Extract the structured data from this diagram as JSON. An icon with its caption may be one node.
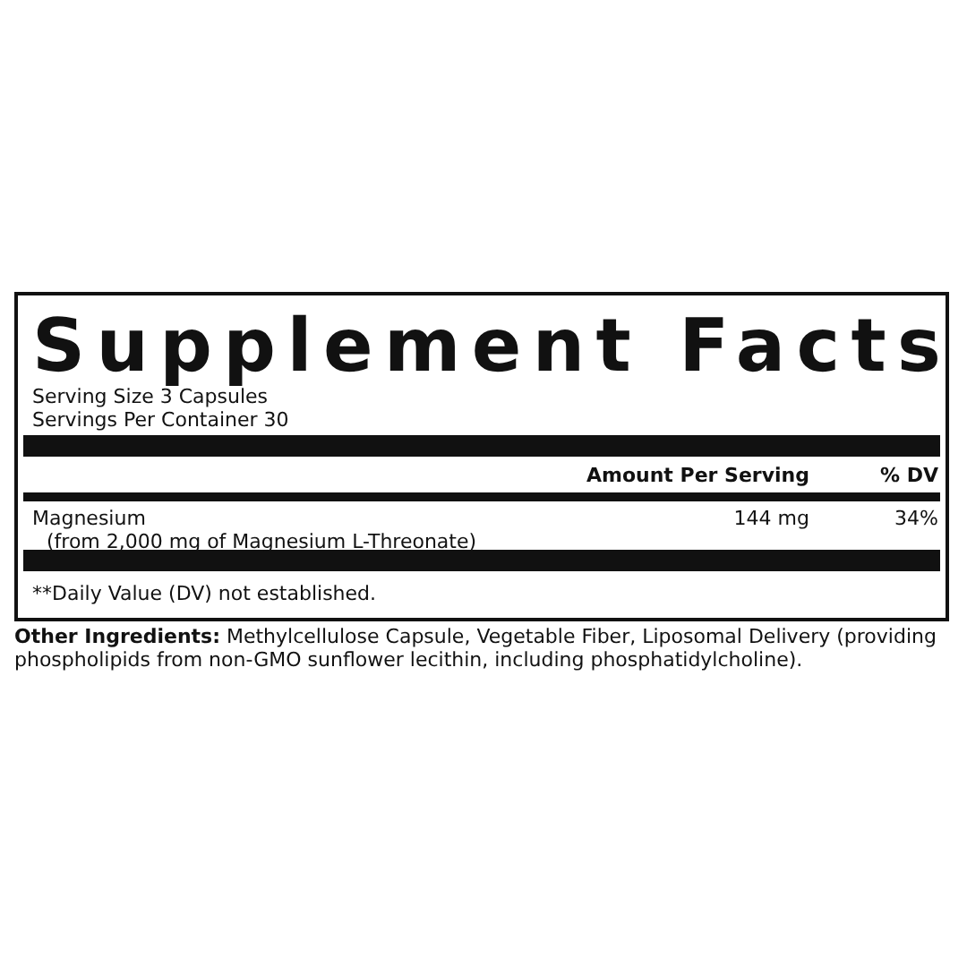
{
  "diagram": {
    "title": "Supplement Facts",
    "labels": [
      "Serving Size 3 Capsules",
      "Servings Per Container 30",
      "Amount Per Serving",
      "% DV",
      "Magnesium",
      "(from 2,000 mg of Magnesium L-Threonate)",
      "144 mg",
      "34%",
      "**Daily Value (DV) not established.",
      "**Other Ingredients:** Methylcellulose Capsule, Vegetable Fiber, Liposomal Delivery (providing phospholipids from non-GMO sunflower lecithin, including phosphatidylcholine)."
    ]
  }
}
